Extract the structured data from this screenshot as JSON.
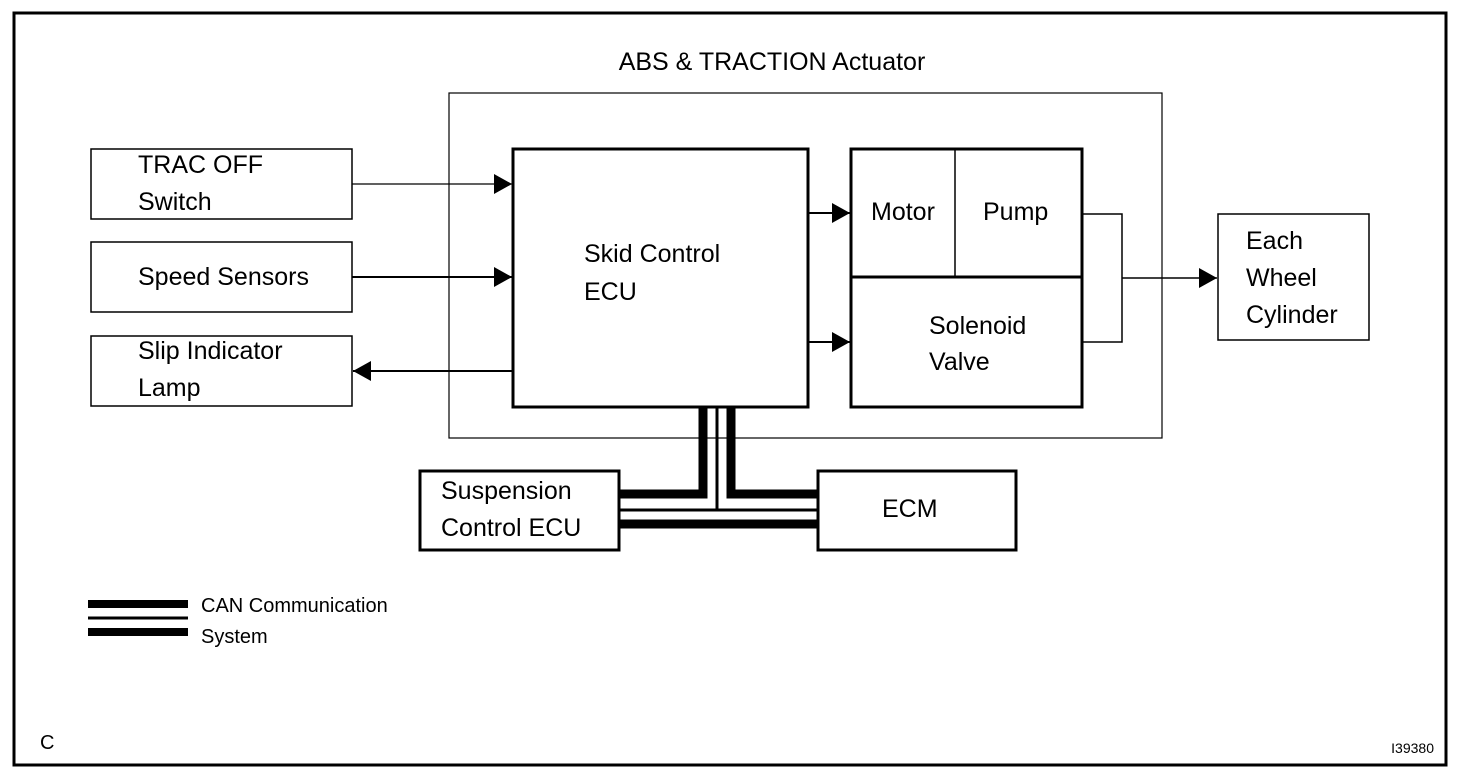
{
  "diagram": {
    "corner_letter": "C",
    "figure_id": "I39380",
    "actuator": {
      "title": "ABS & TRACTION Actuator"
    },
    "inputs": {
      "trac_off_switch": [
        "TRAC OFF",
        "Switch"
      ],
      "speed_sensors": "Speed Sensors",
      "slip_indicator_lamp": [
        "Slip Indicator",
        "Lamp"
      ]
    },
    "skid_control_ecu": [
      "Skid Control",
      "ECU"
    ],
    "motor": "Motor",
    "pump": "Pump",
    "solenoid_valve": [
      "Solenoid",
      "Valve"
    ],
    "wheel_cylinder": [
      "Each",
      "Wheel",
      "Cylinder"
    ],
    "suspension_ecu": [
      "Suspension",
      "Control ECU"
    ],
    "ecm": "ECM",
    "legend": {
      "label": [
        "CAN Communication",
        "System"
      ]
    },
    "connections": [
      {
        "from": "TRAC OFF Switch",
        "to": "Skid Control ECU"
      },
      {
        "from": "Speed Sensors",
        "to": "Skid Control ECU"
      },
      {
        "from": "Skid Control ECU",
        "to": "Slip Indicator Lamp"
      },
      {
        "from": "Skid Control ECU",
        "to": "Motor"
      },
      {
        "from": "Skid Control ECU",
        "to": "Solenoid Valve"
      },
      {
        "from": "Pump / Solenoid Valve",
        "to": "Each Wheel Cylinder"
      },
      {
        "from": "Skid Control ECU",
        "to": "Suspension Control ECU",
        "type": "CAN"
      },
      {
        "from": "Skid Control ECU",
        "to": "ECM",
        "type": "CAN"
      }
    ]
  }
}
